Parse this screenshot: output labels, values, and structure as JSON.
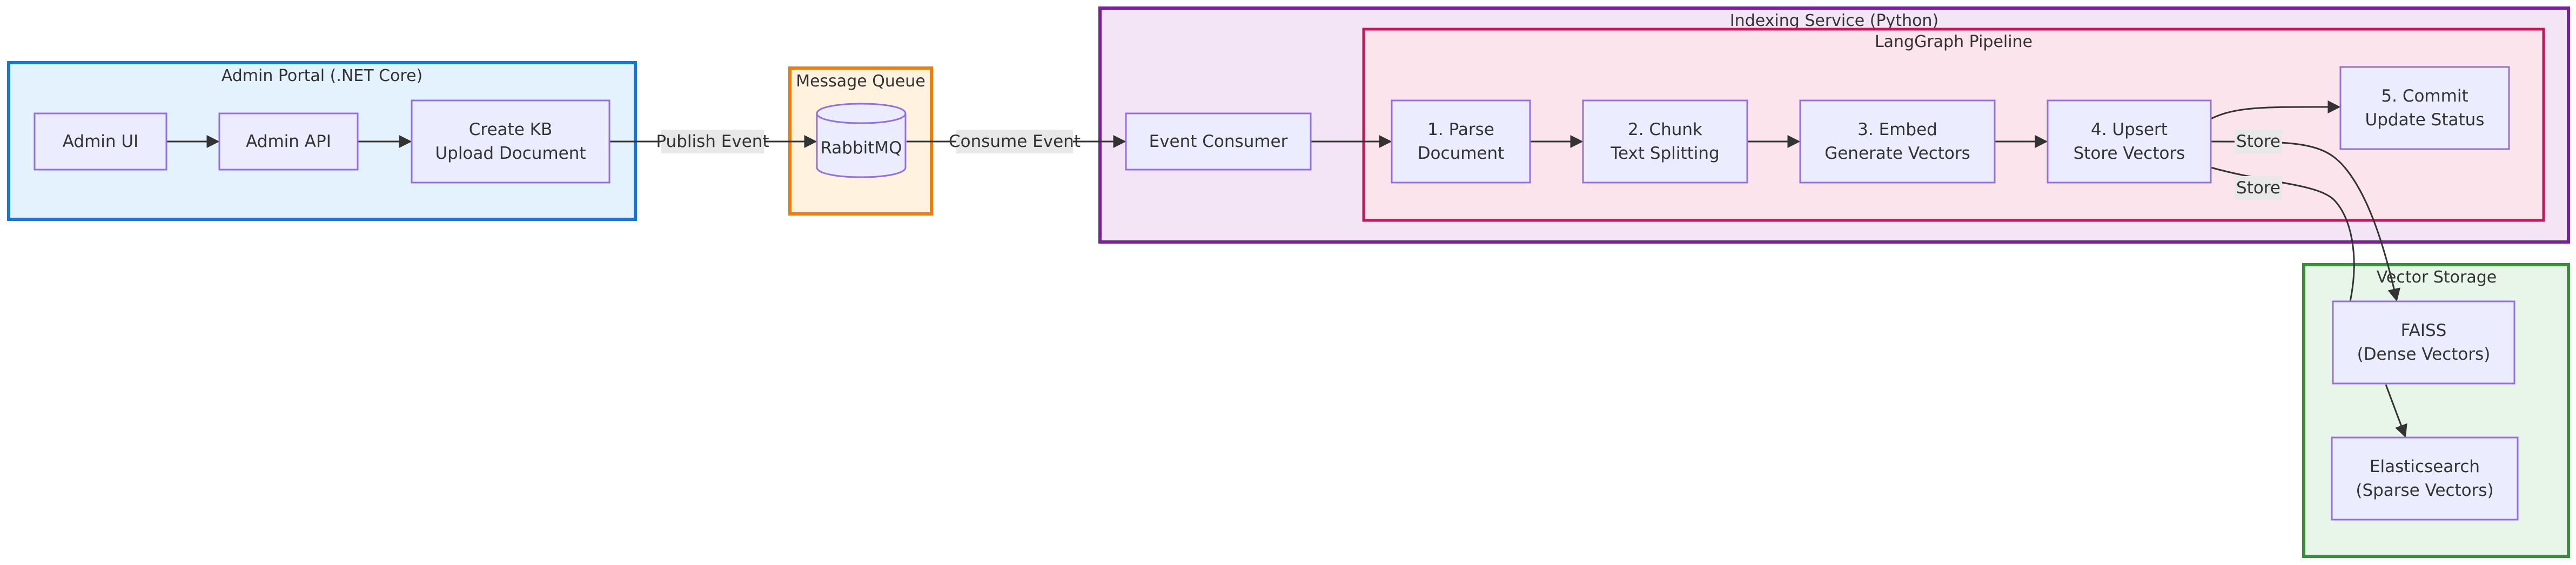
{
  "colors": {
    "node_fill": "#ececff",
    "node_stroke": "#9370db",
    "admin_portal_fill": "#e3f2fd",
    "admin_portal_stroke": "#1976d2",
    "message_queue_fill": "#fff3e0",
    "message_queue_stroke": "#f57c00",
    "indexing_service_fill": "#f3e5f5",
    "indexing_service_stroke": "#7b1fa2",
    "langgraph_fill": "#fce4ec",
    "langgraph_stroke": "#c2185b",
    "vector_storage_fill": "#e8f5e9",
    "vector_storage_stroke": "#388e3c",
    "edge": "#333333",
    "edge_label_bg": "#e8e8e8"
  },
  "clusters": {
    "admin_portal": {
      "title": "Admin Portal (.NET Core)"
    },
    "message_queue": {
      "title": "Message Queue"
    },
    "indexing_service": {
      "title": "Indexing Service (Python)"
    },
    "langgraph_pipeline": {
      "title": "LangGraph Pipeline"
    },
    "vector_storage": {
      "title": "Vector Storage"
    }
  },
  "nodes": {
    "admin_ui": {
      "lines": [
        "Admin UI"
      ]
    },
    "admin_api": {
      "lines": [
        "Admin API"
      ]
    },
    "create_kb": {
      "lines": [
        "Create KB",
        "Upload Document"
      ]
    },
    "rabbitmq": {
      "lines": [
        "RabbitMQ"
      ]
    },
    "event_consumer": {
      "lines": [
        "Event Consumer"
      ]
    },
    "parse": {
      "lines": [
        "1. Parse",
        "Document"
      ]
    },
    "chunk": {
      "lines": [
        "2. Chunk",
        "Text Splitting"
      ]
    },
    "embed": {
      "lines": [
        "3. Embed",
        "Generate Vectors"
      ]
    },
    "upsert": {
      "lines": [
        "4. Upsert",
        "Store Vectors"
      ]
    },
    "commit": {
      "lines": [
        "5. Commit",
        "Update Status"
      ]
    },
    "faiss": {
      "lines": [
        "FAISS",
        "(Dense Vectors)"
      ]
    },
    "elasticsearch": {
      "lines": [
        "Elasticsearch",
        "(Sparse Vectors)"
      ]
    }
  },
  "edge_labels": {
    "publish_event": "Publish Event",
    "consume_event": "Consume Event",
    "store_faiss": "Store",
    "store_es": "Store"
  }
}
